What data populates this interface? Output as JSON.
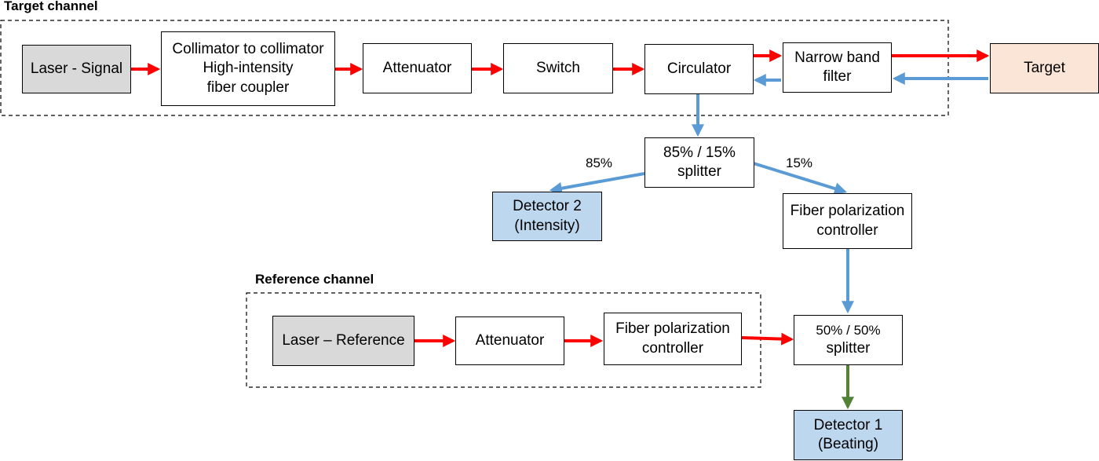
{
  "target_channel": {
    "title": "Target channel",
    "laser": "Laser - Signal",
    "coupler": [
      "Collimator to collimator",
      "High-intensity",
      "fiber coupler"
    ],
    "attenuator": "Attenuator",
    "switch": "Switch",
    "circulator": "Circulator",
    "filter": [
      "Narrow band",
      "filter"
    ]
  },
  "target": "Target",
  "splitter_85_15": {
    "lines": [
      "85% / 15%",
      "splitter"
    ],
    "left_pct": "85%",
    "right_pct": "15%"
  },
  "detector2": [
    "Detector 2",
    "(Intensity)"
  ],
  "fiber_pol_controller_top": [
    "Fiber polarization",
    "controller"
  ],
  "reference_channel": {
    "title": "Reference channel",
    "laser": "Laser – Reference",
    "attenuator": "Attenuator",
    "fiber_pol_controller": [
      "Fiber polarization",
      "controller"
    ]
  },
  "splitter_50_50": [
    "50% / 50%",
    "splitter"
  ],
  "detector1": [
    "Detector 1",
    "(Beating)"
  ],
  "colors": {
    "forward_path": "#ff0000",
    "return_path": "#5b9bd5",
    "beat_path": "#538135",
    "laser_fill": "#d9d9d9",
    "target_fill": "#fbe5d6",
    "detector_fill": "#bdd7ee"
  }
}
